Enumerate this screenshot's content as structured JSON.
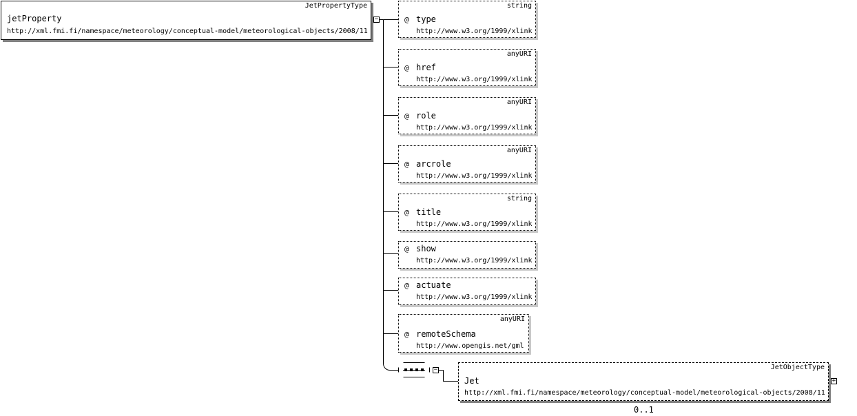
{
  "root": {
    "name": "jetProperty",
    "type": "JetPropertyType",
    "namespace": "http://xml.fmi.fi/namespace/meteorology/conceptual-model/meteorological-objects/2008/11"
  },
  "attributes": [
    {
      "marker": "@",
      "name": "type",
      "type": "string",
      "namespace": "http://www.w3.org/1999/xlink"
    },
    {
      "marker": "@",
      "name": "href",
      "type": "anyURI",
      "namespace": "http://www.w3.org/1999/xlink"
    },
    {
      "marker": "@",
      "name": "role",
      "type": "anyURI",
      "namespace": "http://www.w3.org/1999/xlink"
    },
    {
      "marker": "@",
      "name": "arcrole",
      "type": "anyURI",
      "namespace": "http://www.w3.org/1999/xlink"
    },
    {
      "marker": "@",
      "name": "title",
      "type": "string",
      "namespace": "http://www.w3.org/1999/xlink"
    },
    {
      "marker": "@",
      "name": "show",
      "type": "",
      "namespace": "http://www.w3.org/1999/xlink"
    },
    {
      "marker": "@",
      "name": "actuate",
      "type": "",
      "namespace": "http://www.w3.org/1999/xlink"
    },
    {
      "marker": "@",
      "name": "remoteSchema",
      "type": "anyURI",
      "namespace": "http://www.opengis.net/gml"
    }
  ],
  "child": {
    "name": "Jet",
    "type": "JetObjectType",
    "namespace": "http://xml.fmi.fi/namespace/meteorology/conceptual-model/meteorological-objects/2008/11",
    "cardinality": "0..1"
  },
  "toggles": {
    "collapse": "−",
    "expand": "+"
  }
}
